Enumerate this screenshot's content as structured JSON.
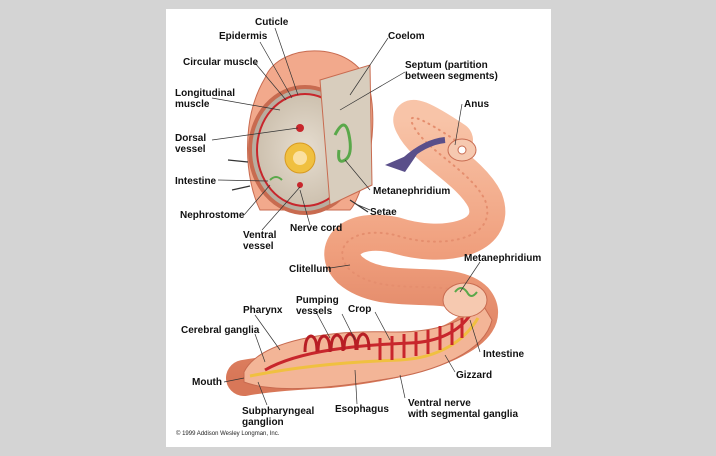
{
  "labels": {
    "cuticle": "Cuticle",
    "epidermis": "Epidermis",
    "circular_muscle": "Circular muscle",
    "longitudinal_muscle": "Longitudinal\nmuscle",
    "dorsal_vessel": "Dorsal\nvessel",
    "intestine_cross": "Intestine",
    "nephrostome": "Nephrostome",
    "ventral_vessel": "Ventral\nvessel",
    "nerve_cord": "Nerve cord",
    "coelom": "Coelom",
    "septum": "Septum (partition\nbetween segments)",
    "anus": "Anus",
    "metanephridium_cross": "Metanephridium",
    "setae": "Setae",
    "clitellum": "Clitellum",
    "metanephridium_body": "Metanephridium",
    "pharynx": "Pharynx",
    "pumping_vessels": "Pumping\nvessels",
    "crop": "Crop",
    "cerebral_ganglia": "Cerebral ganglia",
    "mouth": "Mouth",
    "subpharyngeal_ganglion": "Subpharyngeal\nganglion",
    "esophagus": "Esophagus",
    "ventral_nerve": "Ventral nerve\nwith segmental ganglia",
    "intestine_body": "Intestine",
    "gizzard": "Gizzard"
  },
  "copyright": "© 1999 Addison Wesley Longman, Inc.",
  "colors": {
    "body": "#f2a98c",
    "body_dark": "#d9775a",
    "muscle_red": "#c8262c",
    "nerve_yellow": "#f0c040",
    "nephridium_green": "#5aa84a",
    "arrow": "#5a4f8a",
    "background": "#d4d4d4"
  }
}
